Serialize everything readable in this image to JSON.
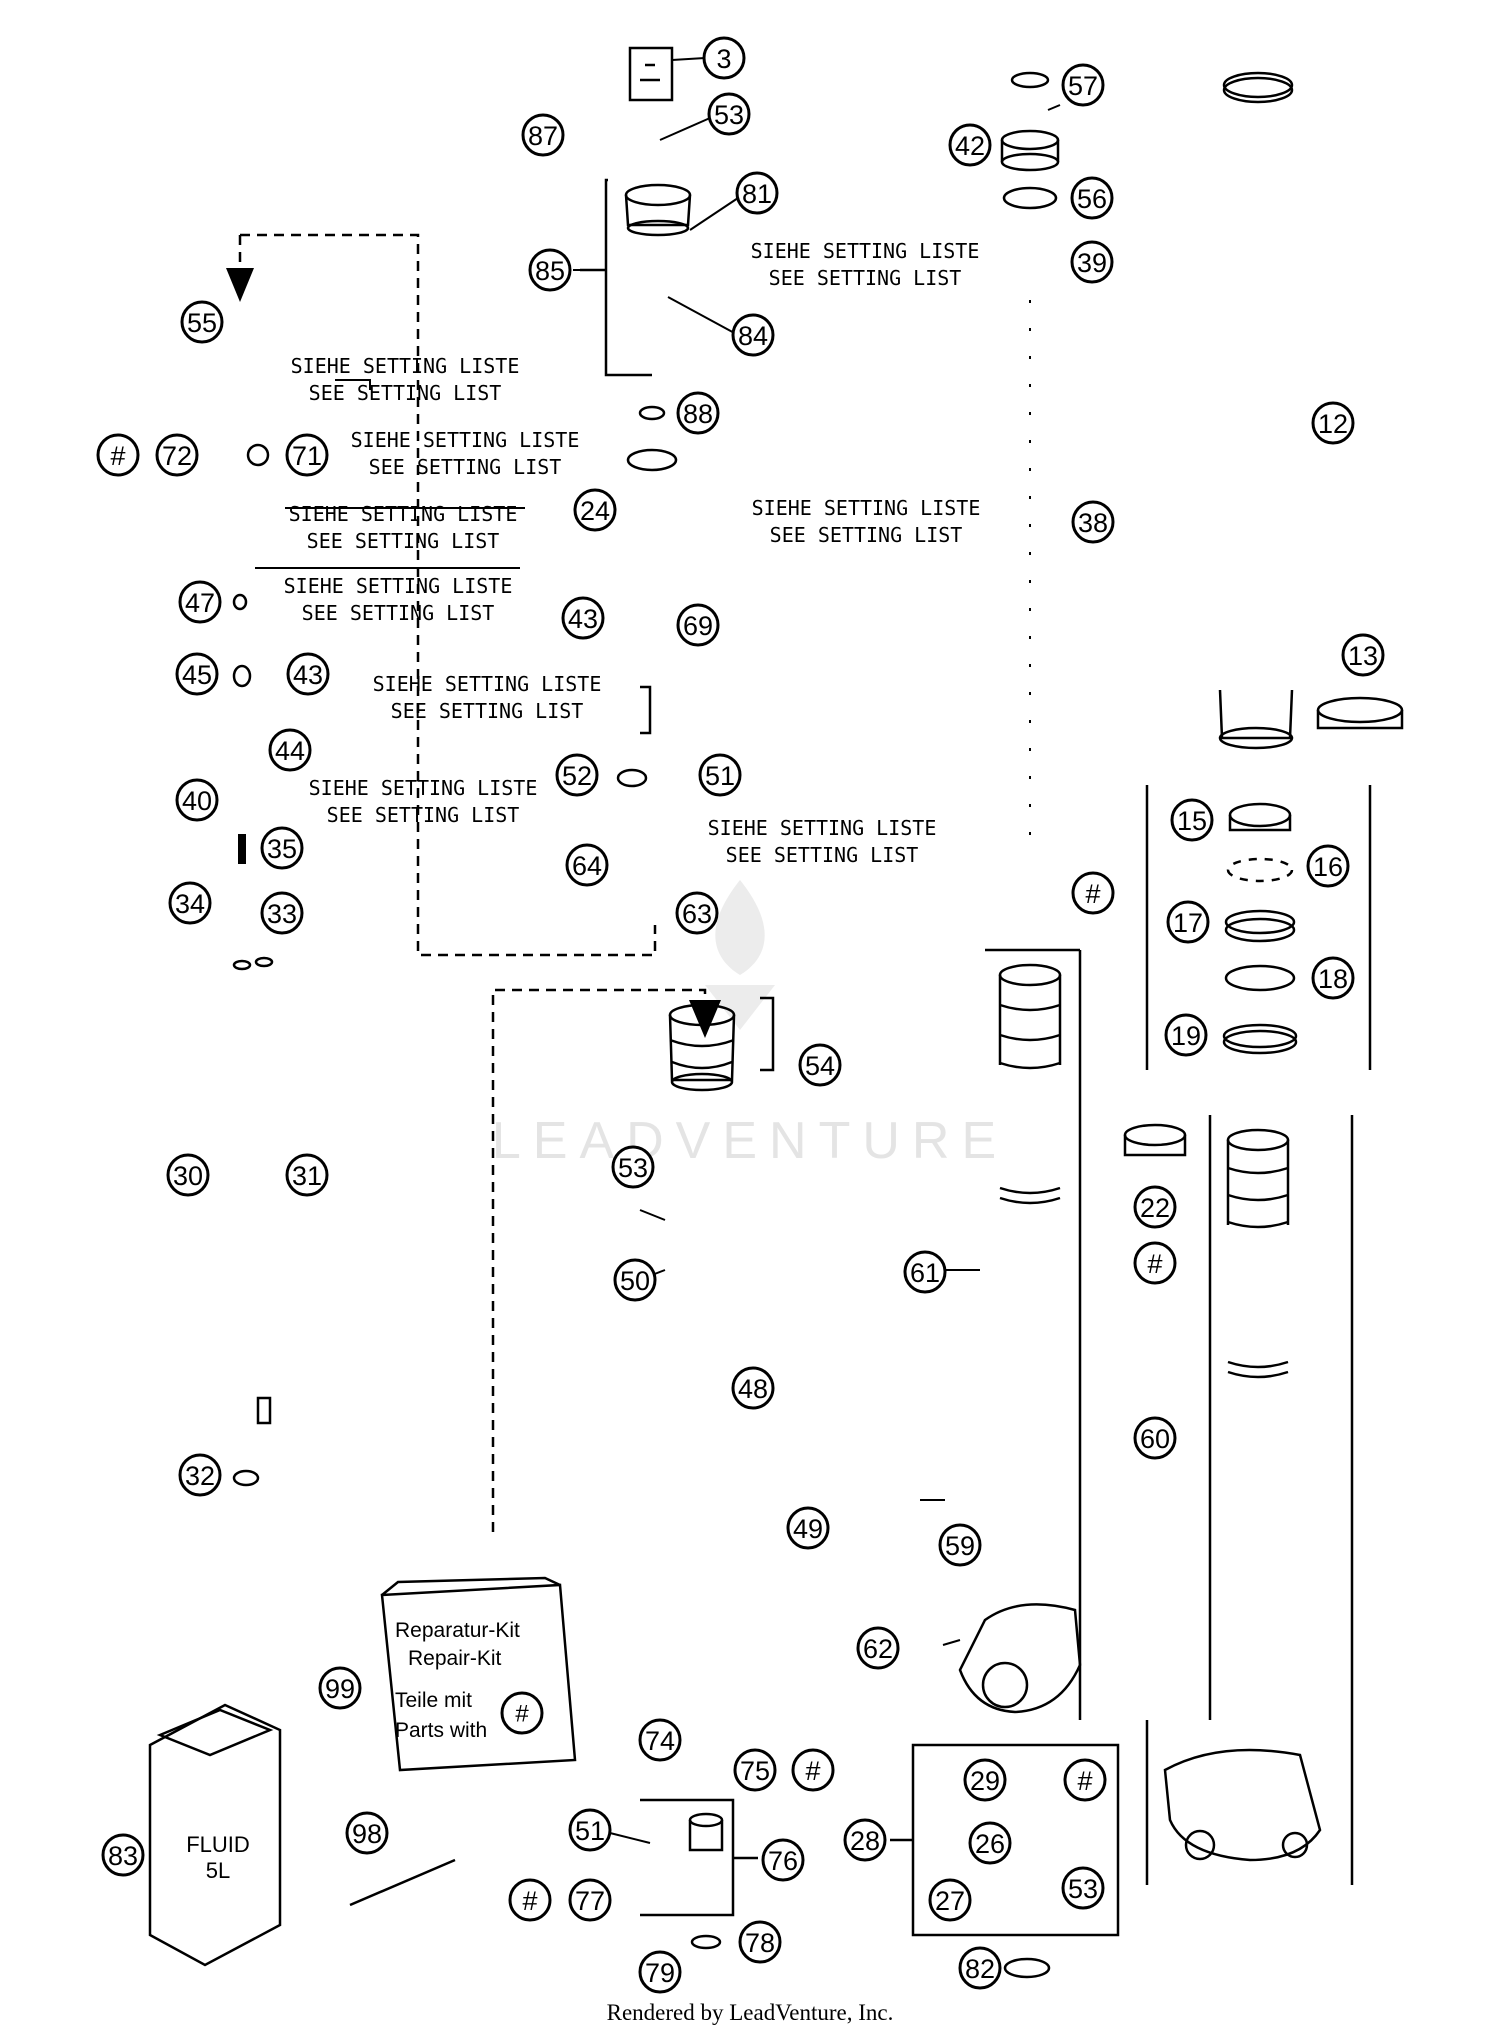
{
  "notes": {
    "setting_de": "SIEHE SETTING LISTE",
    "setting_en": "SEE SETTING LIST"
  },
  "kit": {
    "line1": "Reparatur-Kit",
    "line2": "Repair-Kit",
    "line3": "Teile mit",
    "line4": "Parts with",
    "symbol": "#"
  },
  "fluid_label": {
    "line1": "FLUID",
    "line2": "5L"
  },
  "watermark": "LEADVENTURE",
  "footer": "Rendered by LeadVenture, Inc.",
  "callouts": [
    {
      "id": "c-3",
      "label": "3"
    },
    {
      "id": "c-53a",
      "label": "53"
    },
    {
      "id": "c-87",
      "label": "87"
    },
    {
      "id": "c-81",
      "label": "81"
    },
    {
      "id": "c-85",
      "label": "85"
    },
    {
      "id": "c-84",
      "label": "84"
    },
    {
      "id": "c-57",
      "label": "57"
    },
    {
      "id": "c-42",
      "label": "42"
    },
    {
      "id": "c-56",
      "label": "56"
    },
    {
      "id": "c-39",
      "label": "39"
    },
    {
      "id": "c-12",
      "label": "12"
    },
    {
      "id": "c-55",
      "label": "55"
    },
    {
      "id": "c-88",
      "label": "88"
    },
    {
      "id": "c-hash1",
      "label": "#"
    },
    {
      "id": "c-72",
      "label": "72"
    },
    {
      "id": "c-71",
      "label": "71"
    },
    {
      "id": "c-24",
      "label": "24"
    },
    {
      "id": "c-38",
      "label": "38"
    },
    {
      "id": "c-47",
      "label": "47"
    },
    {
      "id": "c-43a",
      "label": "43"
    },
    {
      "id": "c-69",
      "label": "69"
    },
    {
      "id": "c-45",
      "label": "45"
    },
    {
      "id": "c-43b",
      "label": "43"
    },
    {
      "id": "c-13",
      "label": "13"
    },
    {
      "id": "c-44",
      "label": "44"
    },
    {
      "id": "c-52",
      "label": "52"
    },
    {
      "id": "c-51a",
      "label": "51"
    },
    {
      "id": "c-40",
      "label": "40"
    },
    {
      "id": "c-35",
      "label": "35"
    },
    {
      "id": "c-15",
      "label": "15"
    },
    {
      "id": "c-16",
      "label": "16"
    },
    {
      "id": "c-64",
      "label": "64"
    },
    {
      "id": "c-34",
      "label": "34"
    },
    {
      "id": "c-33",
      "label": "33"
    },
    {
      "id": "c-63",
      "label": "63"
    },
    {
      "id": "c-hash2",
      "label": "#"
    },
    {
      "id": "c-17",
      "label": "17"
    },
    {
      "id": "c-18",
      "label": "18"
    },
    {
      "id": "c-19",
      "label": "19"
    },
    {
      "id": "c-54",
      "label": "54"
    },
    {
      "id": "c-30",
      "label": "30"
    },
    {
      "id": "c-31",
      "label": "31"
    },
    {
      "id": "c-53b",
      "label": "53"
    },
    {
      "id": "c-22",
      "label": "22"
    },
    {
      "id": "c-hash3",
      "label": "#"
    },
    {
      "id": "c-50",
      "label": "50"
    },
    {
      "id": "c-61",
      "label": "61"
    },
    {
      "id": "c-48",
      "label": "48"
    },
    {
      "id": "c-60",
      "label": "60"
    },
    {
      "id": "c-32",
      "label": "32"
    },
    {
      "id": "c-49",
      "label": "49"
    },
    {
      "id": "c-59",
      "label": "59"
    },
    {
      "id": "c-62",
      "label": "62"
    },
    {
      "id": "c-99",
      "label": "99"
    },
    {
      "id": "c-74",
      "label": "74"
    },
    {
      "id": "c-75",
      "label": "75"
    },
    {
      "id": "c-hash4",
      "label": "#"
    },
    {
      "id": "c-29",
      "label": "29"
    },
    {
      "id": "c-hash5",
      "label": "#"
    },
    {
      "id": "c-28",
      "label": "28"
    },
    {
      "id": "c-26",
      "label": "26"
    },
    {
      "id": "c-83",
      "label": "83"
    },
    {
      "id": "c-98",
      "label": "98"
    },
    {
      "id": "c-51b",
      "label": "51"
    },
    {
      "id": "c-76",
      "label": "76"
    },
    {
      "id": "c-27",
      "label": "27"
    },
    {
      "id": "c-53c",
      "label": "53"
    },
    {
      "id": "c-hash6",
      "label": "#"
    },
    {
      "id": "c-77",
      "label": "77"
    },
    {
      "id": "c-78",
      "label": "78"
    },
    {
      "id": "c-79",
      "label": "79"
    },
    {
      "id": "c-82",
      "label": "82"
    }
  ]
}
